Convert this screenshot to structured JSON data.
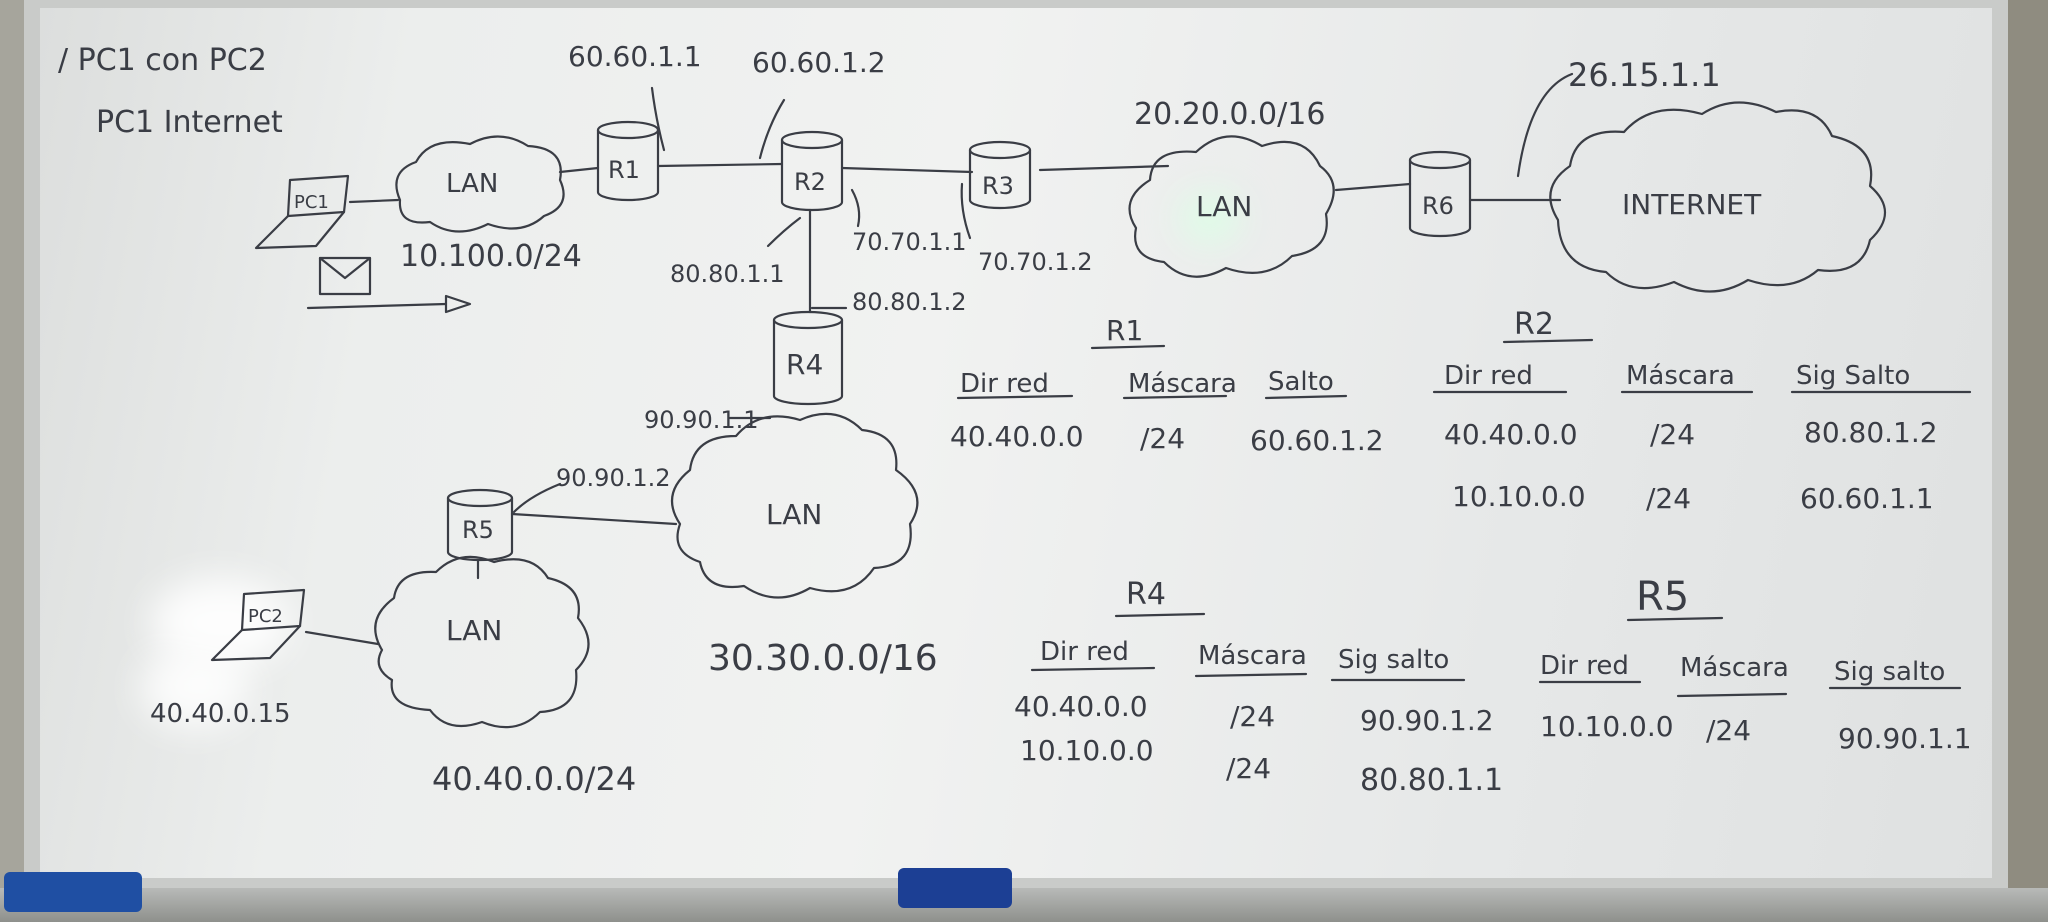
{
  "notes": {
    "line1": "/ PC1 con PC2",
    "line2": "PC1 Internet"
  },
  "devices": {
    "pc1": "PC1",
    "pc2": "PC2",
    "r1": "R1",
    "r2": "R2",
    "r3": "R3",
    "r4": "R4",
    "r5": "R5",
    "r6": "R6",
    "lan": "LAN",
    "internet": "INTERNET"
  },
  "addresses": {
    "r1_wan": "60.60.1.1",
    "r2_wan": "60.60.1.2",
    "lan1_net": "10.100.0/24",
    "net_20": "20.20.0.0/16",
    "internet_ip": "26.15.1.1",
    "r2_r3": "70.70.1.1",
    "r3_r2": "70.70.1.2",
    "r2_r4": "80.80.1.1",
    "r4_r2": "80.80.1.2",
    "r4_lan": "90.90.1.1",
    "r5_lan": "90.90.1.2",
    "net_30": "30.30.0.0/16",
    "net_40": "40.40.0.0/24",
    "pc2_ip": "40.40.0.15"
  },
  "tables": {
    "r1": {
      "title": "R1",
      "headers": [
        "Dir red",
        "Máscara",
        "Salto"
      ],
      "rows": [
        [
          "40.40.0.0",
          "/24",
          "60.60.1.2"
        ]
      ]
    },
    "r2": {
      "title": "R2",
      "headers": [
        "Dir red",
        "Máscara",
        "Sig Salto"
      ],
      "rows": [
        [
          "40.40.0.0",
          "/24",
          "80.80.1.2"
        ],
        [
          "10.10.0.0",
          "/24",
          "60.60.1.1"
        ]
      ]
    },
    "r4": {
      "title": "R4",
      "headers": [
        "Dir red",
        "Máscara",
        "Sig salto"
      ],
      "rows": [
        [
          "40.40.0.0",
          "/24",
          "90.90.1.2"
        ],
        [
          "10.10.0.0",
          "/24",
          "80.80.1.1"
        ]
      ]
    },
    "r5": {
      "title": "R5",
      "headers": [
        "Dir red",
        "Máscara",
        "Sig salto"
      ],
      "rows": [
        [
          "10.10.0.0",
          "/24",
          "90.90.1.1"
        ]
      ]
    }
  },
  "colors": {
    "marker": "#3a3d45",
    "eraser": "#1f4fa3"
  }
}
